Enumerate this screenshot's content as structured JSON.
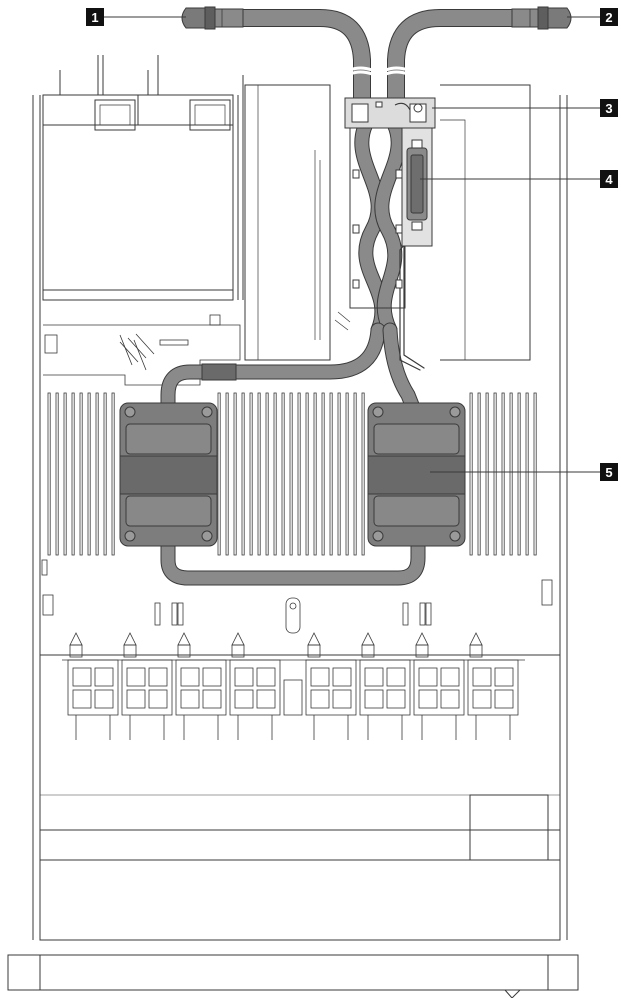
{
  "callouts": [
    {
      "id": "1",
      "label": "1"
    },
    {
      "id": "2",
      "label": "2"
    },
    {
      "id": "3",
      "label": "3"
    },
    {
      "id": "4",
      "label": "4"
    },
    {
      "id": "5",
      "label": "5"
    }
  ],
  "colors": {
    "line": "#3a3a3a",
    "hose": "#8a8a8a",
    "hose_dark": "#5e5e5e",
    "cold_plate": "#7d7d7d",
    "cold_plate_band": "#6a6a6a",
    "callout_bg": "#111111",
    "callout_text": "#ffffff"
  }
}
